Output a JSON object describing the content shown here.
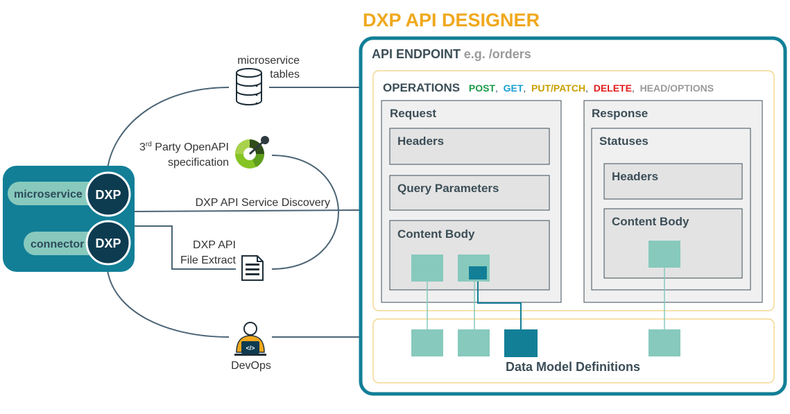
{
  "designer": {
    "title": "DXP API DESIGNER",
    "endpoint_label": "API ENDPOINT",
    "endpoint_example": "e.g. /orders",
    "operations": {
      "label": "OPERATIONS",
      "methods": [
        {
          "name": "POST",
          "color": "#1a9a4a"
        },
        {
          "name": "GET",
          "color": "#1aa0d6"
        },
        {
          "name": "PUT/PATCH",
          "color": "#c9a000"
        },
        {
          "name": "DELETE",
          "color": "#e01b1b"
        },
        {
          "name": "HEAD/OPTIONS",
          "color": "#9a9a9a"
        }
      ]
    },
    "request": {
      "label": "Request",
      "headers": "Headers",
      "query_parameters": "Query Parameters",
      "content_body": "Content Body"
    },
    "response": {
      "label": "Response",
      "statuses": "Statuses",
      "headers": "Headers",
      "content_body": "Content Body"
    },
    "data_model_label": "Data Model Definitions"
  },
  "left_panel": {
    "microservice_label": "microservice",
    "connector_label": "connector",
    "dxp_badge": "DXP"
  },
  "sources": {
    "microservice_tables_line1": "microservice",
    "microservice_tables_line2": "tables",
    "openapi_line1_prefix": "3",
    "openapi_line1_sup": "rd",
    "openapi_line1_rest": " Party  OpenAPI",
    "openapi_line2": "specification",
    "service_discovery": "DXP API Service Discovery",
    "file_extract_line1": "DXP API",
    "file_extract_line2": "File Extract",
    "devops": "DevOps"
  },
  "colors": {
    "accent_orange": "#f0a81e",
    "teal_dark": "#127f97",
    "navy": "#0d3b50",
    "teal_light": "#87c9bd",
    "line_gray": "#4b6475"
  }
}
